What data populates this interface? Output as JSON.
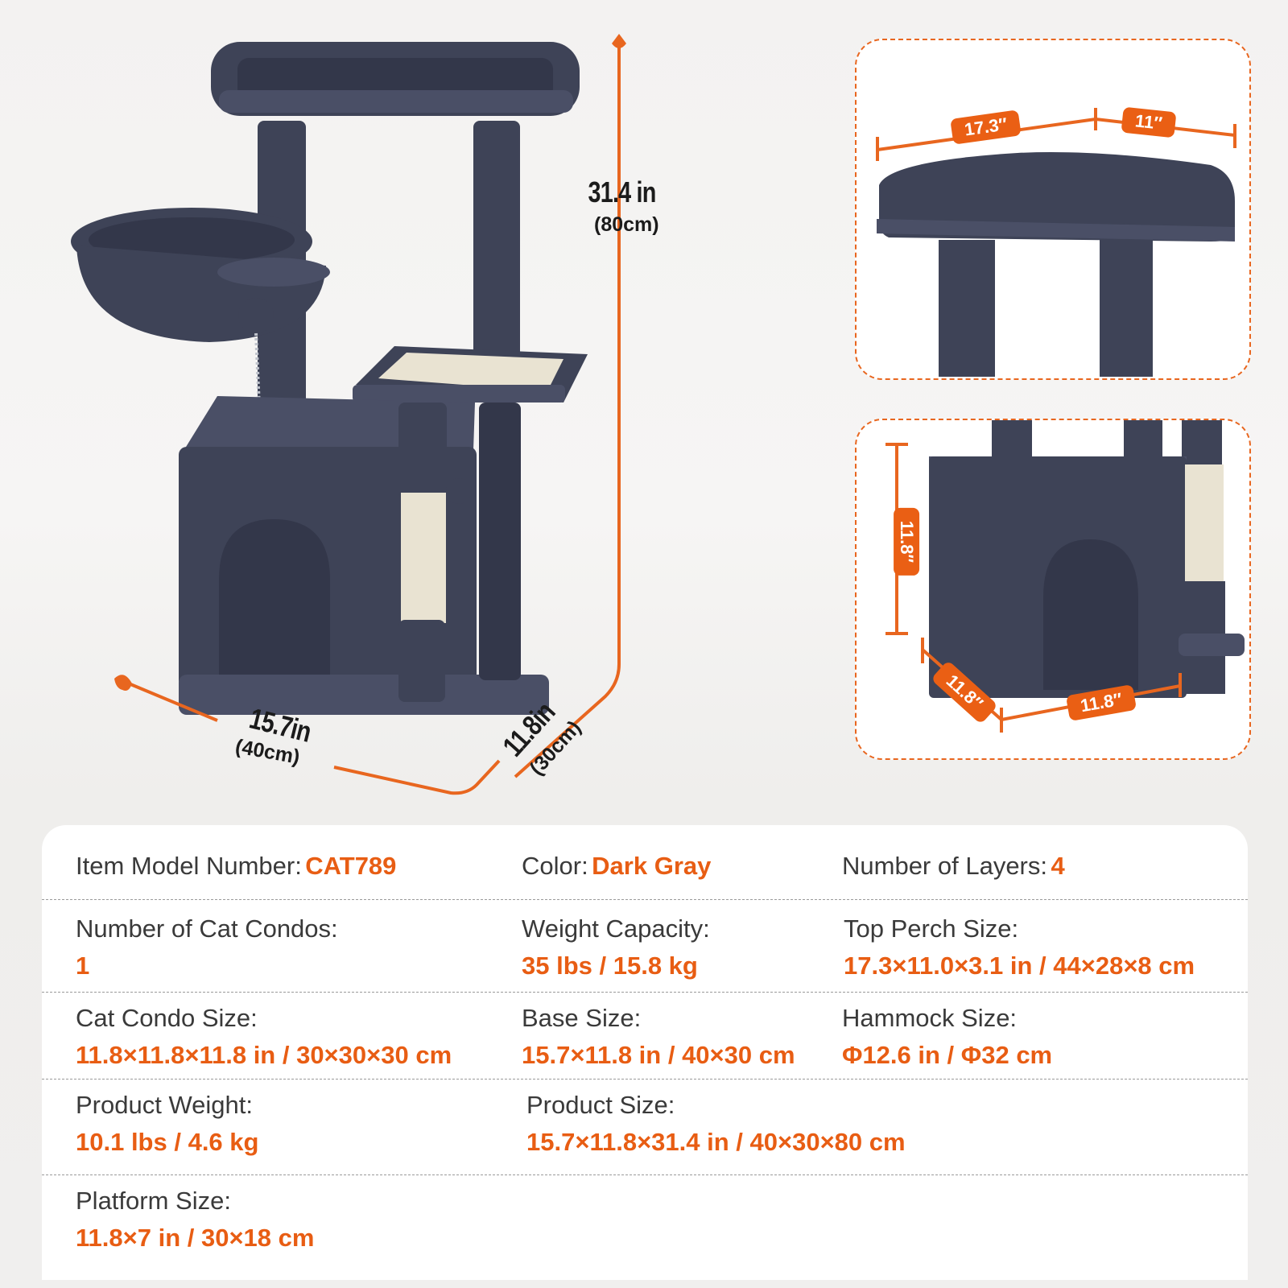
{
  "main_illustration": {
    "product": "cat-tree",
    "height_dimension": {
      "primary": "31.4 in",
      "secondary": "(80cm)"
    },
    "width_dimension": {
      "primary": "15.7in",
      "secondary": "(40cm)"
    },
    "depth_dimension": {
      "primary": "11.8in",
      "secondary": "(30cm)"
    }
  },
  "top_perch_panel": {
    "length_label": "17.3″",
    "width_label": "11″"
  },
  "condo_panel": {
    "height_label": "11.8″",
    "depth_label": "11.8″",
    "width_label": "11.8″"
  },
  "colors": {
    "accent": "#e85d13",
    "fur": "#3e4357",
    "sisal": "#e9e3d2",
    "label_text": "#3a3a3a"
  },
  "specs": {
    "rows": [
      [
        {
          "label": "Item Model Number:",
          "value": "CAT789"
        },
        {
          "label": "Color:",
          "value": "Dark Gray"
        },
        {
          "label": "Number of Layers:",
          "value": "4"
        }
      ],
      [
        {
          "label": "Number of Cat Condos:",
          "value": "1"
        },
        {
          "label": "Weight Capacity:",
          "value": "35 lbs / 15.8 kg"
        },
        {
          "label": "Top Perch Size:",
          "value": "17.3×11.0×3.1 in / 44×28×8 cm"
        }
      ],
      [
        {
          "label": "Cat Condo Size:",
          "value": "11.8×11.8×11.8 in / 30×30×30 cm"
        },
        {
          "label": "Base Size:",
          "value": "15.7×11.8 in / 40×30 cm"
        },
        {
          "label": "Hammock Size:",
          "value": "Φ12.6 in / Φ32 cm"
        }
      ],
      [
        {
          "label": "Product Weight:",
          "value": "10.1 lbs / 4.6 kg"
        },
        {
          "label": "Product Size:",
          "value": "15.7×11.8×31.4 in / 40×30×80 cm"
        }
      ],
      [
        {
          "label": "Platform Size:",
          "value": "11.8×7 in / 30×18 cm"
        }
      ]
    ]
  }
}
